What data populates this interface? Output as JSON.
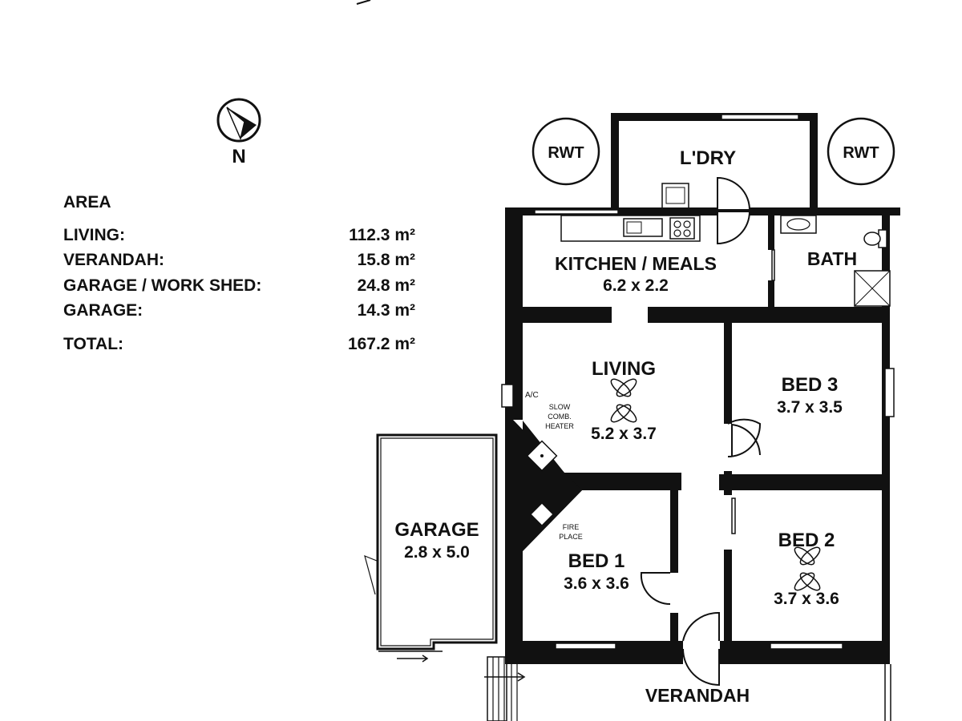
{
  "compass": {
    "label": "N"
  },
  "area": {
    "heading": "AREA",
    "rows": [
      {
        "name": "LIVING:",
        "value": "112.3 m²"
      },
      {
        "name": "VERANDAH:",
        "value": "15.8 m²"
      },
      {
        "name": "GARAGE / WORK SHED:",
        "value": "24.8 m²"
      },
      {
        "name": "GARAGE:",
        "value": "14.3 m²"
      }
    ],
    "total": {
      "name": "TOTAL:",
      "value": "167.2 m²"
    }
  },
  "rooms": {
    "rwt_left": "RWT",
    "rwt_right": "RWT",
    "laundry": "L'DRY",
    "kitchen": {
      "name": "KITCHEN / MEALS",
      "size": "6.2 x 2.2"
    },
    "bath": "BATH",
    "living": {
      "name": "LIVING",
      "size": "5.2 x 3.7"
    },
    "bed3": {
      "name": "BED 3",
      "size": "3.7 x 3.5"
    },
    "bed2": {
      "name": "BED 2",
      "size": "3.7 x 3.6"
    },
    "bed1": {
      "name": "BED 1",
      "size": "3.6 x 3.6"
    },
    "garage": {
      "name": "GARAGE",
      "size": "2.8 x 5.0"
    },
    "verandah": "VERANDAH"
  },
  "notes": {
    "ac": "A/C",
    "heater": [
      "SLOW",
      "COMB.",
      "HEATER"
    ],
    "fireplace": [
      "FIRE",
      "PLACE"
    ]
  }
}
